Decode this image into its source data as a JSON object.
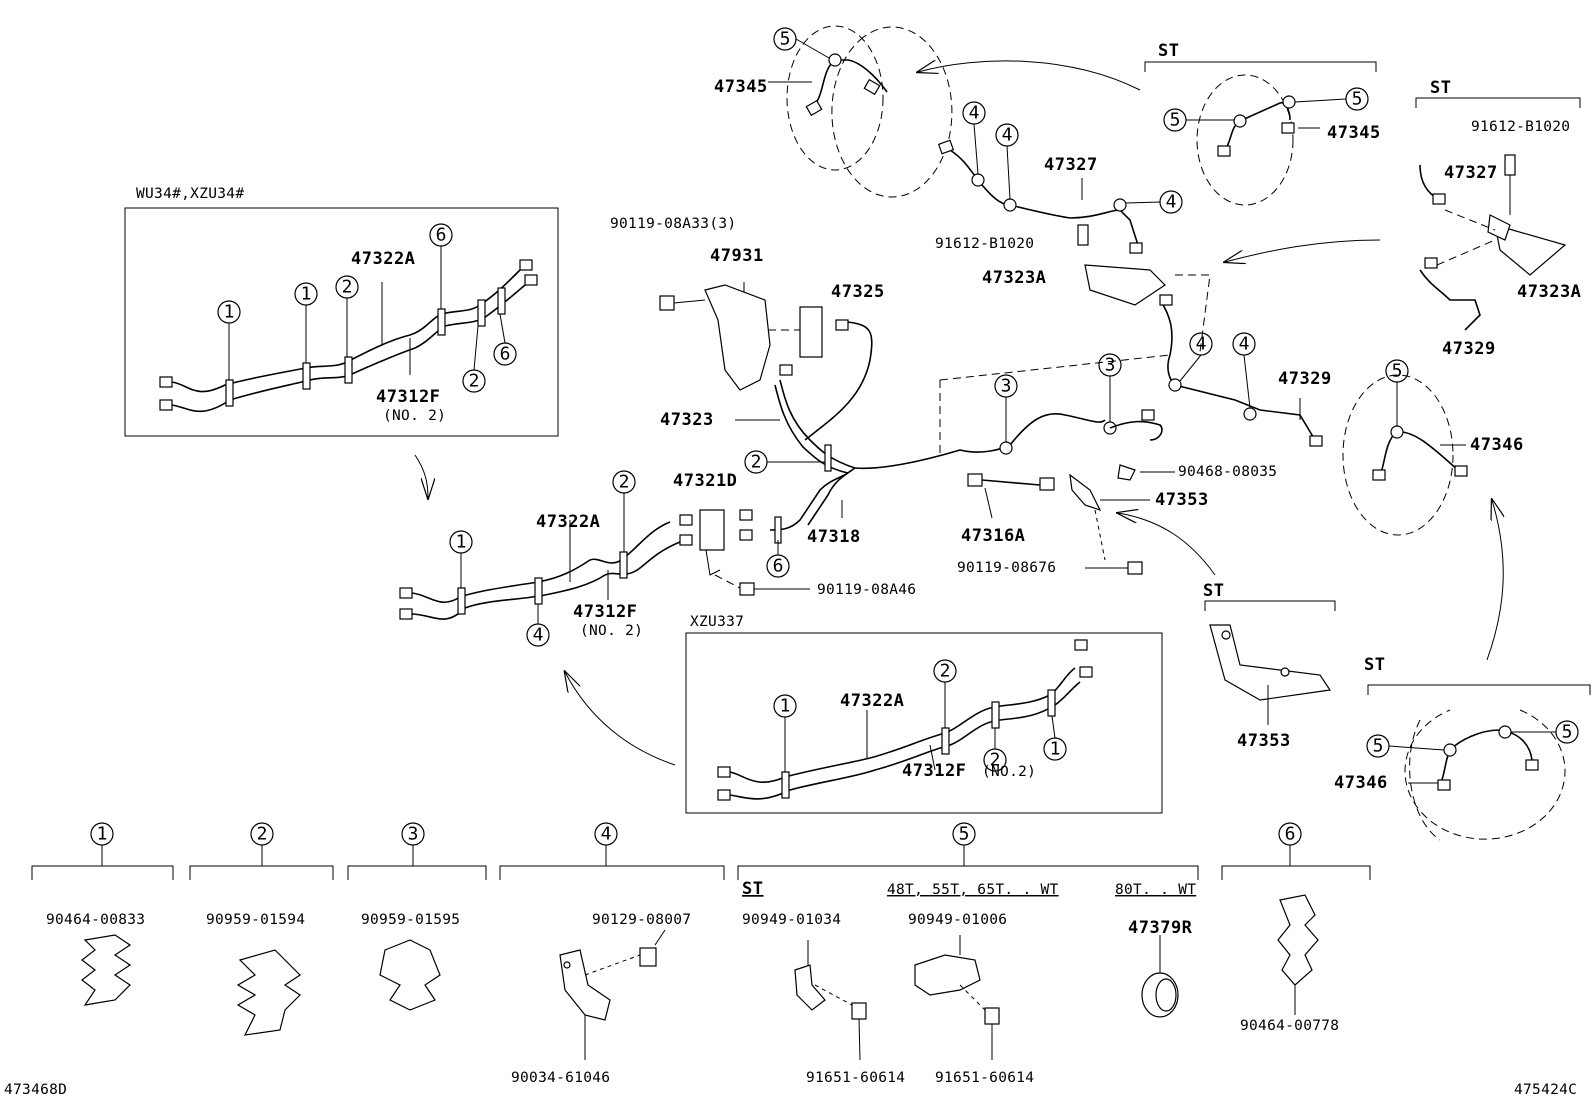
{
  "corner_codes": {
    "bottom_left": "473468D",
    "bottom_right": "475424C"
  },
  "variant_labels": {
    "wu34": "WU34#,XZU34#",
    "xzu337": "XZU337",
    "st_top": "ST",
    "st_right_top": "ST",
    "st_bracket": "ST",
    "st_bottom_right": "ST"
  },
  "part_numbers": {
    "p47345_a": "47345",
    "p47345_b": "47345",
    "p47327_a": "47327",
    "p47327_b": "47327",
    "p91612_a": "91612-B1020",
    "p91612_b": "91612-B1020",
    "p47323A_a": "47323A",
    "p47323A_b": "47323A",
    "p47329_a": "47329",
    "p47329_b": "47329",
    "p47346_a": "47346",
    "p47346_b": "47346",
    "p90119_08A33": "90119-08A33(3)",
    "p47931": "47931",
    "p47325": "47325",
    "p47323": "47323",
    "p47321D": "47321D",
    "p47318": "47318",
    "p47316A": "47316A",
    "p90468_08035": "90468-08035",
    "p47353_a": "47353",
    "p47353_b": "47353",
    "p90119_08676": "90119-08676",
    "p90119_08A46": "90119-08A46",
    "p47322A_main": "47322A",
    "p47312F_main": "47312F",
    "p47322A_wu": "47322A",
    "p47312F_wu": "47312F",
    "p47322A_xzu": "47322A",
    "p47312F_xzu": "47312F",
    "no2_main": "(NO. 2)",
    "no2_wu": "(NO. 2)",
    "no2_xzu": "(NO.2)"
  },
  "legend": {
    "c1": {
      "num": "1",
      "part": "90464-00833"
    },
    "c2": {
      "num": "2",
      "part": "90959-01594"
    },
    "c3": {
      "num": "3",
      "part": "90959-01595"
    },
    "c4": {
      "num": "4",
      "bolt": "90129-08007",
      "bracket": "90034-61046"
    },
    "c5": {
      "num": "5",
      "st": "ST",
      "st_part": "90949-01034",
      "st_bolt": "91651-60614",
      "wt48": "48T, 55T, 65T. . WT",
      "wt48_part": "90949-01006",
      "wt48_bolt": "91651-60614",
      "wt80": "80T. . WT",
      "wt80_part": "47379R"
    },
    "c6": {
      "num": "6",
      "part": "90464-00778"
    }
  }
}
